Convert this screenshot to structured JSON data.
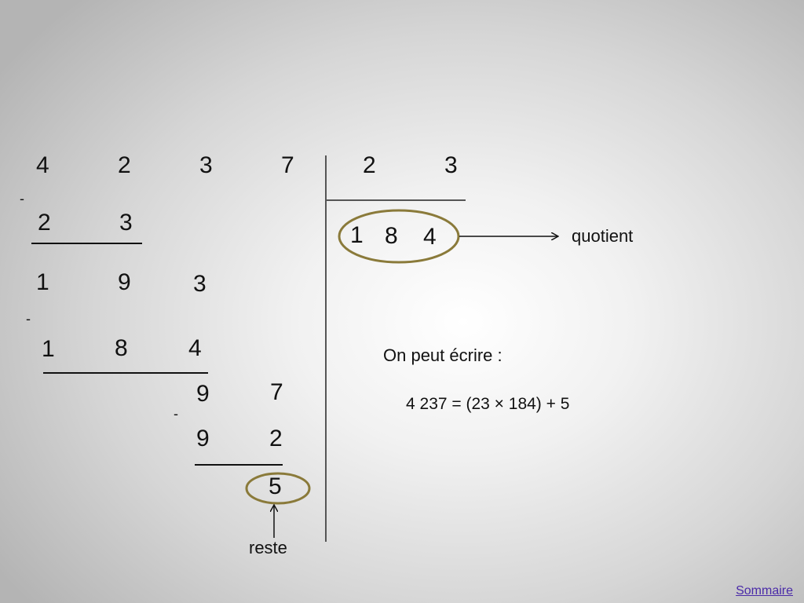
{
  "dividend": {
    "digits": [
      "4",
      "2",
      "3",
      "7"
    ]
  },
  "divisor": {
    "digits": [
      "2",
      "3"
    ]
  },
  "quotient": {
    "digits": [
      "1",
      "8",
      "4"
    ],
    "label": "quotient"
  },
  "steps": {
    "minus_sign": "-",
    "step1_subtrahend": [
      "2",
      "3"
    ],
    "step1_result": [
      "1",
      "9",
      "3"
    ],
    "step2_subtrahend": [
      "1",
      "8",
      "4"
    ],
    "step2_result": [
      "9",
      "7"
    ],
    "step3_subtrahend": [
      "9",
      "2"
    ],
    "remainder": "5"
  },
  "remainder_label": "reste",
  "conclusion": {
    "intro": "On peut écrire :",
    "equation": "4 237 = (23 × 184) + 5"
  },
  "nav": {
    "summary_link": "Sommaire"
  },
  "colors": {
    "ellipse": "#8a7a3a",
    "line": "#555555",
    "link": "#4a2aa8"
  }
}
